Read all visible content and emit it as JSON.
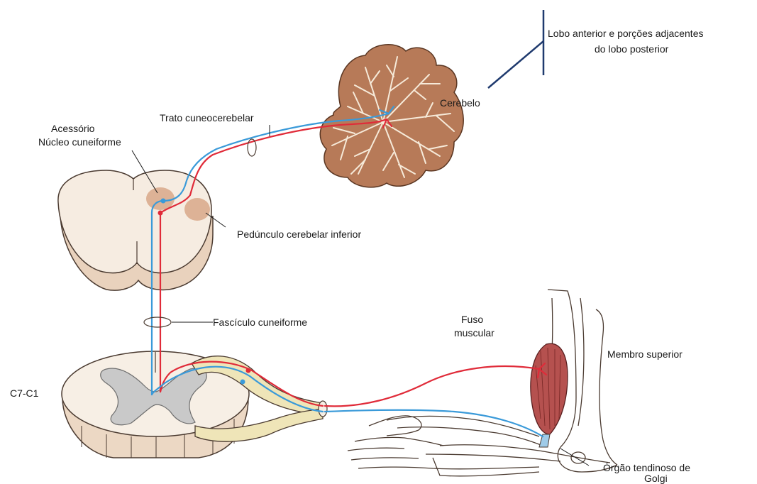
{
  "labels": {
    "lobo_line1": "Lobo anterior e porções adjacentes",
    "lobo_line2": "do lobo posterior",
    "cerebelo": "Cerebelo",
    "trato": "Trato cuneocerebelar",
    "acessorio": "Acessório",
    "nucleo": "Núcleo cuneiforme",
    "peduncle": "Pedúnculo cerebelar inferior",
    "fasciculo": "Fascículo cuneiforme",
    "fuso_line1": "Fuso",
    "fuso_line2": "muscular",
    "membro": "Membro superior",
    "c7c1": "C7-C1",
    "golgi_line1": "Órgão tendinoso de",
    "golgi_line2": "Golgi"
  },
  "colors": {
    "tissue": "#f3e6d8",
    "tissue_stroke": "#4a3a30",
    "gray_matter": "#c9c9c9",
    "nucleus": "#d8a888",
    "cerebellum": "#b77a58",
    "cerebellum_line": "#f6ead9",
    "muscle": "#b5514f",
    "nerve_root": "#efe5b8",
    "red_fiber": "#e02b39",
    "blue_fiber": "#3a9ad9",
    "lobe_pointer": "#1f3a6e"
  }
}
